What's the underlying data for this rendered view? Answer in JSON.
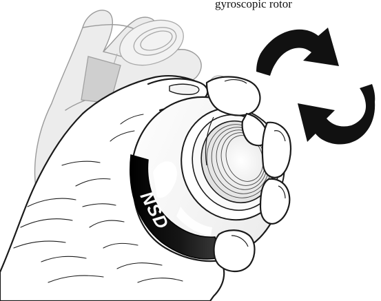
{
  "caption": "gyroscopic rotor",
  "brand_text": "NSD",
  "illustration": {
    "subject": "hand holding gyroscopic rotor ball with rotation arrows",
    "icons": [
      "rotation-arrow-icon",
      "rotation-arrow-icon"
    ]
  },
  "colors": {
    "line": "#1a1a1a",
    "ghost_line": "#9a9a9a",
    "ghost_fill": "#e6e6e6",
    "band": "#0d0d0d",
    "background": "#ffffff"
  }
}
